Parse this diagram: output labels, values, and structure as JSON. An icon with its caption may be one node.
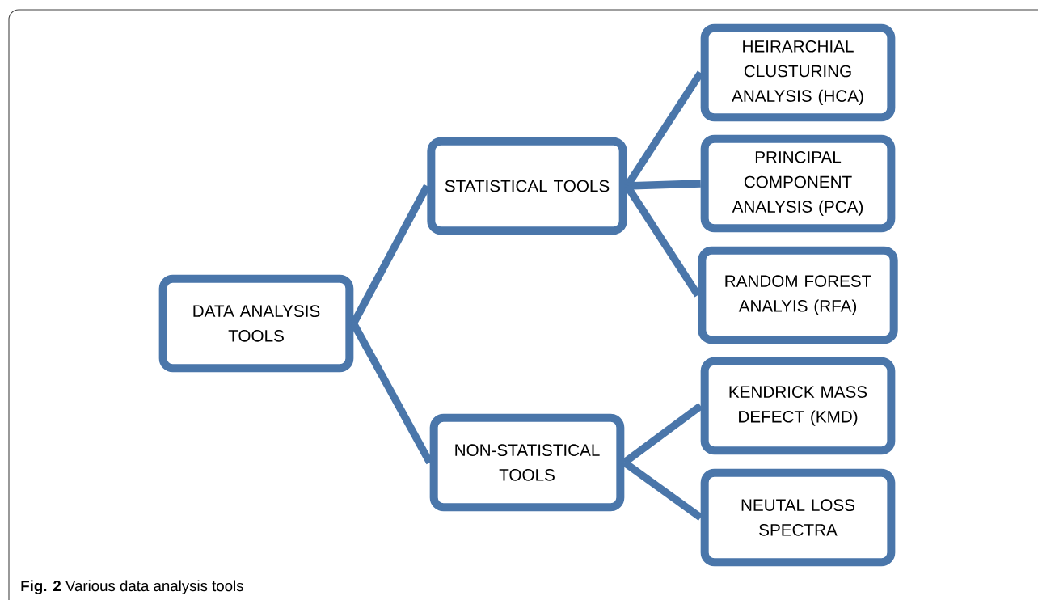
{
  "diagram": {
    "caption": "**Fig. 2** Various data analysis tools",
    "nodes": [
      {
        "text": [
          "DATA ANALYSIS TOOLS"
        ]
      },
      {
        "text": [
          "STATISTICAL TOOLS"
        ]
      },
      {
        "text": [
          "NON-STATISTICAL TOOLS"
        ]
      },
      {
        "text": [
          "HEIRARCHIAL CLUSTURING ANALYSIS (HCA)"
        ]
      },
      {
        "text": [
          "PRINCIPAL COMPONENT ANALYSIS (PCA)"
        ]
      },
      {
        "text": [
          "RANDOM FOREST ANALYIS (RFA)"
        ]
      },
      {
        "text": [
          "KENDRICK MASS DEFECT (KMD)"
        ]
      },
      {
        "text": [
          "NEUTAL LOSS SPECTRA"
        ]
      }
    ],
    "edges": [
      {
        "from": 0,
        "to": 1,
        "arrow": "none"
      },
      {
        "from": 0,
        "to": 2,
        "arrow": "none"
      },
      {
        "from": 1,
        "to": 3,
        "arrow": "none"
      },
      {
        "from": 1,
        "to": 4,
        "arrow": "none"
      },
      {
        "from": 1,
        "to": 5,
        "arrow": "none"
      },
      {
        "from": 2,
        "to": 6,
        "arrow": "none"
      },
      {
        "from": 2,
        "to": 7,
        "arrow": "none"
      }
    ]
  }
}
